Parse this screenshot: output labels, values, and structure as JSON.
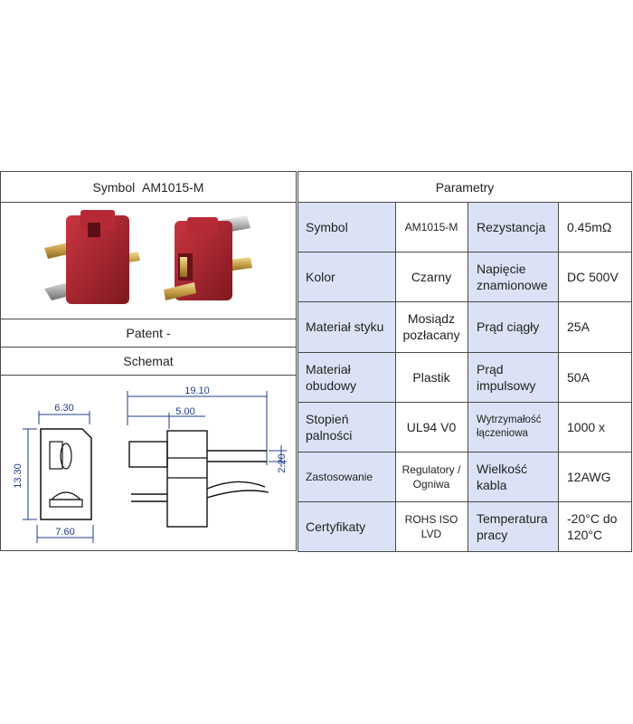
{
  "left": {
    "symbol_label": "Symbol",
    "symbol_value": "AM1015-M",
    "patent": "Patent -",
    "schemat": "Schemat",
    "dimensions": {
      "front_width_top": "6.30",
      "front_height": "13.30",
      "front_width_bottom": "7.60",
      "side_length": "19.10",
      "side_pin": "5.00",
      "side_thickness": "2.20"
    }
  },
  "right": {
    "header": "Parametry",
    "rows": [
      {
        "k1": "Symbol",
        "v1": "AM1015-M",
        "k2": "Rezystancja",
        "v2": "0.45mΩ"
      },
      {
        "k1": "Kolor",
        "v1": "Czarny",
        "k2": "Napięcie znamionowe",
        "v2": "DC 500V"
      },
      {
        "k1": "Materiał styku",
        "v1": "Mosiądz pozłacany",
        "k2": "Prąd ciągły",
        "v2": "25A"
      },
      {
        "k1": "Materiał obudowy",
        "v1": "Plastik",
        "k2": "Prąd impulsowy",
        "v2": "50A"
      },
      {
        "k1": "Stopień palności",
        "v1": "UL94 V0",
        "k2": "Wytrzymałość łączeniowa",
        "v2": "1000 x"
      },
      {
        "k1": "Zastosowanie",
        "v1": "Regulatory / Ogniwa",
        "k2": "Wielkość kabla",
        "v2": "12AWG"
      },
      {
        "k1": "Certyfikaty",
        "v1": "ROHS ISO LVD",
        "k2": "Temperatura pracy",
        "v2": "-20°C do 120°C"
      }
    ]
  },
  "colors": {
    "table_lavender": "#dbe2f5",
    "connector_red": "#a8222c",
    "gold_contact": "#c9a24a"
  }
}
